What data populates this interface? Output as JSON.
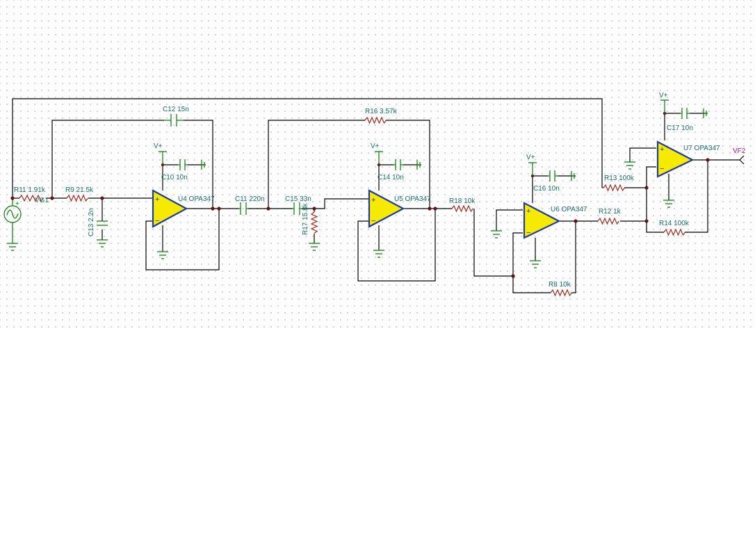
{
  "schematic": {
    "title": "",
    "parts": {
      "R11": "R11 1.91k",
      "VG1": "VG1",
      "R9": "R9 21.5k",
      "C13": "C13 2.2n",
      "C12": "C12 15n",
      "C10": "C10 10n",
      "U4": "U4 OPA347",
      "C11": "C11 220n",
      "C15": "C15 33n",
      "R17": "R17 15.8k",
      "R16": "R16 3.57k",
      "C14": "C14 10n",
      "U5": "U5 OPA347",
      "R18": "R18 10k",
      "C16": "C16 10n",
      "U6": "U6 OPA347",
      "R8": "R8 10k",
      "R13": "R13 100k",
      "R12": "R12 1k",
      "R14": "R14 100k",
      "C17": "C17 10n",
      "U7": "U7 OPA347"
    },
    "supply_label": "V+",
    "output_label": "VF2",
    "colors": {
      "wire": "#000000",
      "component": "#0a7a0a",
      "resistor": "#9b2a1a",
      "opamp_fill": "#f5ea00",
      "opamp_stroke": "#1f3aa0",
      "label": "#1a6c6c",
      "output_label": "#9a1a9a"
    }
  }
}
